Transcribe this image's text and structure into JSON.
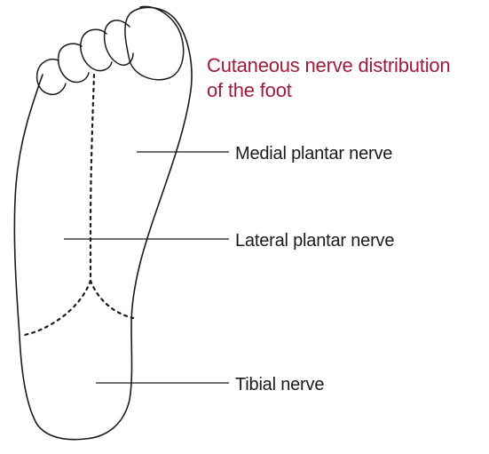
{
  "title": {
    "line1": "Cutaneous nerve distribution",
    "line2": "of the foot",
    "color": "#a11a3a"
  },
  "labels": {
    "medial_plantar": "Medial plantar nerve",
    "lateral_plantar": "Lateral plantar nerve",
    "tibial": "Tibial nerve"
  },
  "colors": {
    "outline": "#1a1a1a",
    "text": "#1a1a1a"
  }
}
